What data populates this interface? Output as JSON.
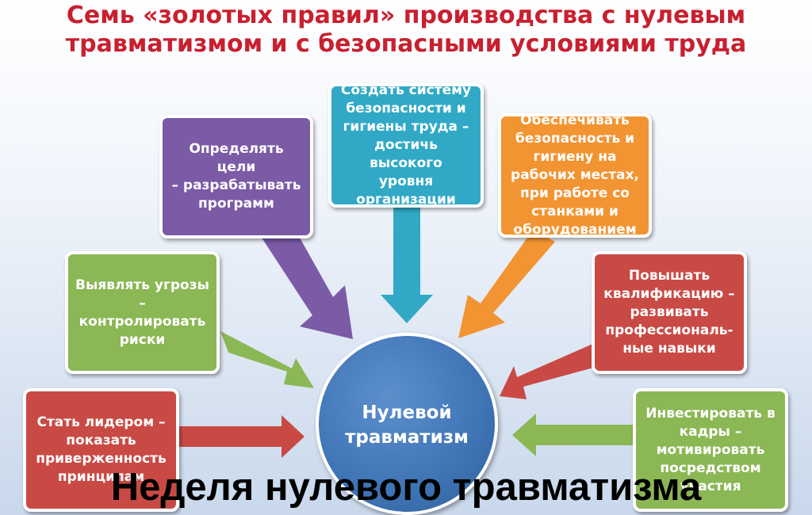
{
  "title": {
    "line1": "Семь «золотых правил» производства с нулевым",
    "line2": "травматизмом и с безопасными условиями труда"
  },
  "center": {
    "label": "Нулевой\nтравматизм",
    "color": "#3f74b5"
  },
  "rules": {
    "r1": {
      "text": "Определять цели\n– разрабатывать\nпрограмм",
      "color": "#7b5aa6"
    },
    "r2": {
      "text": "Создать систему\nбезопасности и\nгигиены труда –\nдостичь высокого\nуровня\nорганизации",
      "color": "#31a9c6"
    },
    "r3": {
      "text": "Обеспечивать\nбезопасность и\nгигиену на\nрабочих местах,\nпри работе со\nстанками и\nоборудованием",
      "color": "#f29432"
    },
    "r4": {
      "text": "Выявлять угрозы\n– контролировать\nриски",
      "color": "#8bb755"
    },
    "r5": {
      "text": "Повышать\nквалификацию –\nразвивать\nпрофессиональ-\nные навыки",
      "color": "#c94a45"
    },
    "r6": {
      "text": "Стать лидером –\nпоказать\nприверженность\nпринципам",
      "color": "#c94a45"
    },
    "r7": {
      "text": "Инвестировать в\nкадры –\nмотивировать\nпосредством\nучастия",
      "color": "#8bb755"
    }
  },
  "overlay_caption": "Неделя нулевого травматизма"
}
